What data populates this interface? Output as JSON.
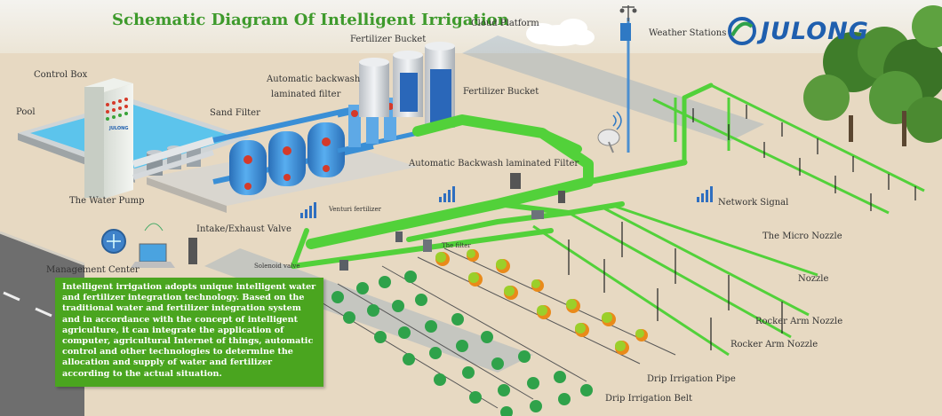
{
  "diagram": {
    "title": "Schematic Diagram Of Intelligent Irrigation",
    "logo": {
      "text": "JULONG",
      "icon": "julong-logo-icon",
      "color": "#1f5fae"
    },
    "labels": {
      "cloud_platform": "Cloud Platform",
      "fertilizer_bucket_top": "Fertilizer Bucket",
      "fertilizer_bucket_right": "Fertilizer Bucket",
      "weather_stations": "Weather Stations",
      "control_box": "Control Box",
      "backwash_filter_line1": "Automatic backwash",
      "backwash_filter_line2": "laminated filter",
      "pool": "Pool",
      "sand_filter": "Sand Filter",
      "water_pump": "The Water Pump",
      "backwash_filter_pipe": "Automatic Backwash laminated Filter",
      "venturi_fertilizer": "Venturi fertilizer",
      "network_signal": "Network Signal",
      "intake_exhaust_valve": "Intake/Exhaust Valve",
      "the_filter": "The filter",
      "micro_nozzle": "The Micro Nozzle",
      "management_center": "Management Center",
      "solenoid_valve": "Solenoid valve",
      "nozzle": "Nozzle",
      "rocker_arm_nozzle_1": "Rocker Arm Nozzle",
      "rocker_arm_nozzle_2": "Rocker Arm Nozzle",
      "drip_irrigation_pipe": "Drip Irrigation Pipe",
      "drip_irrigation_belt": "Drip Irrigation Belt"
    },
    "control_box_brand": "JULONG",
    "description": "Intelligent irrigation adopts unique intelligent water and fertilizer integration technology. Based on the traditional water and fertilizer integration system and in accordance with the concept of intelligent agriculture, it can integrate the application of computer, agricultural Internet of things, automatic control and other technologies to determine the allocation and supply of water and fertilizer according to the actual situation.",
    "colors": {
      "pipe_green": "#52d13a",
      "title_green": "#3e9a2c",
      "tank_blue": "#3a8fd6",
      "pool_water": "#5cc4ec",
      "text_box_green": "#4aa51f",
      "ground": "#e9dcc6",
      "road": "#6c6c6c"
    }
  }
}
